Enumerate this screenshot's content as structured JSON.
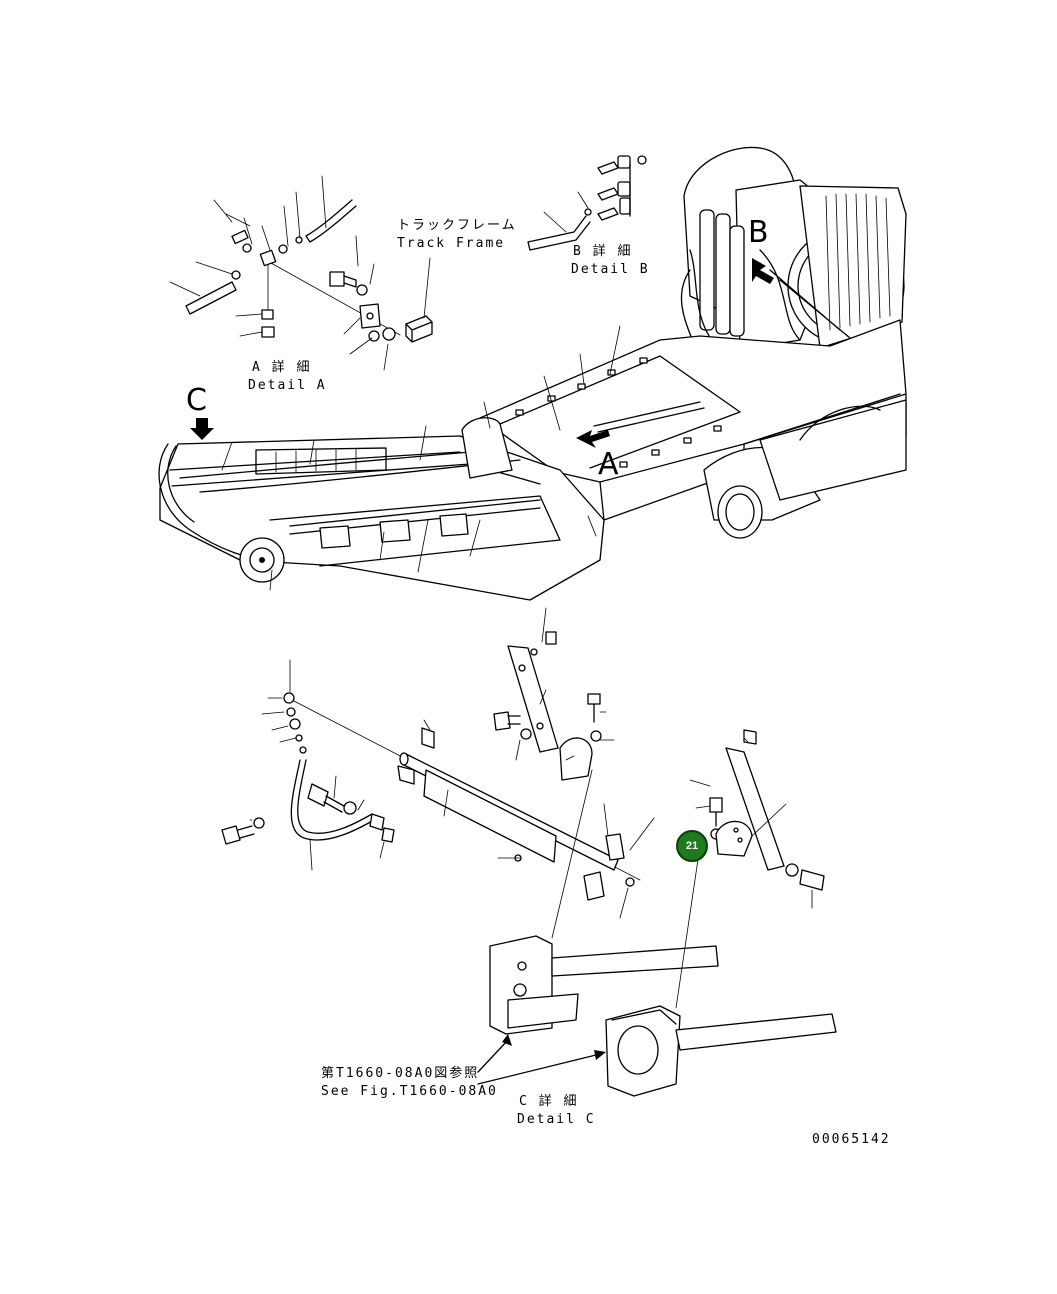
{
  "detail_a": {
    "title_jp": "A 詳 細",
    "title_en": "Detail A",
    "letter": "C"
  },
  "track_frame": {
    "jp": "トラックフレーム",
    "en": "Track Frame"
  },
  "detail_b": {
    "title_jp": "B 詳 細",
    "title_en": "Detail B",
    "letter": "B"
  },
  "arrow_a": {
    "letter": "A"
  },
  "detail_c": {
    "title_jp": "C 詳 細",
    "title_en": "Detail C"
  },
  "see_fig": {
    "jp": "第T1660-08A0図参照",
    "en": "See Fig.T1660-08A0"
  },
  "drawing_no": "00065142",
  "callout": {
    "number": "21",
    "color": "#1f7a1f"
  }
}
